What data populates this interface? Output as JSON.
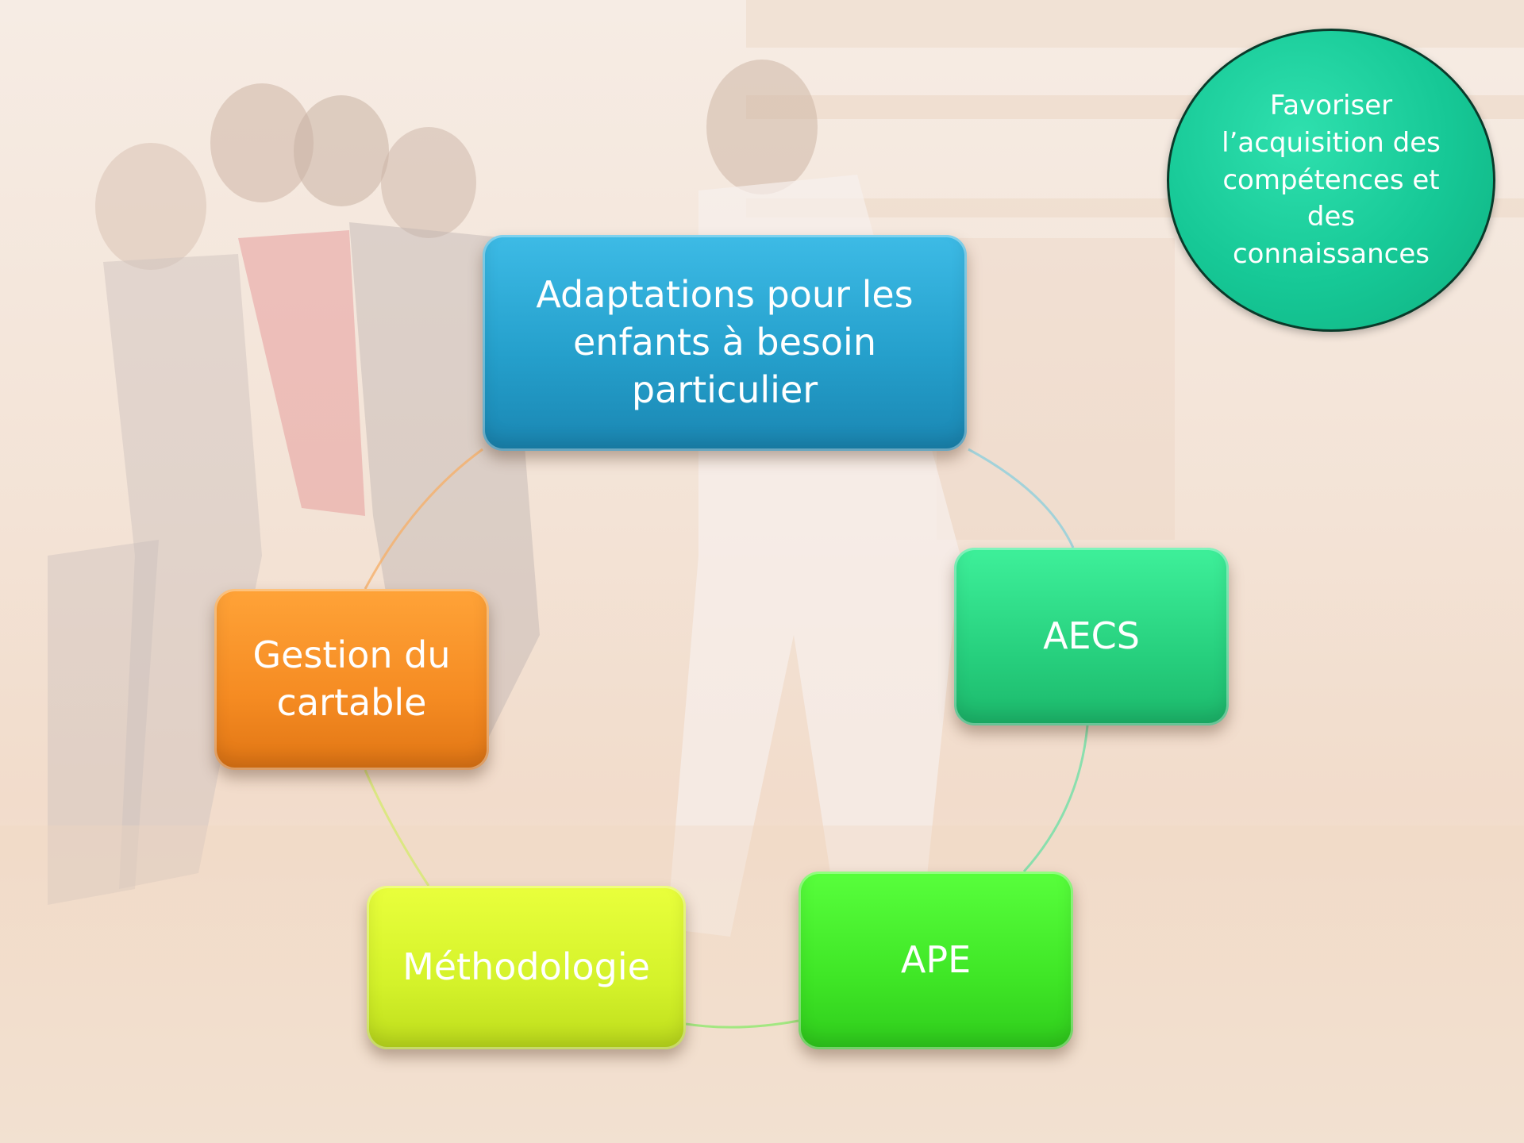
{
  "goal": {
    "text": "Favoriser l’acquisition des compétences et des connaissances"
  },
  "cycle": {
    "nodes": [
      {
        "label": "Adaptations pour les enfants à besoin particulier",
        "color": "#25a0cc"
      },
      {
        "label": "AECS",
        "color": "#27d07e"
      },
      {
        "label": "APE",
        "color": "#3fe626"
      },
      {
        "label": "Méthodologie",
        "color": "#d4f22a"
      },
      {
        "label": "Gestion du cartable",
        "color": "#f58b22"
      }
    ]
  }
}
